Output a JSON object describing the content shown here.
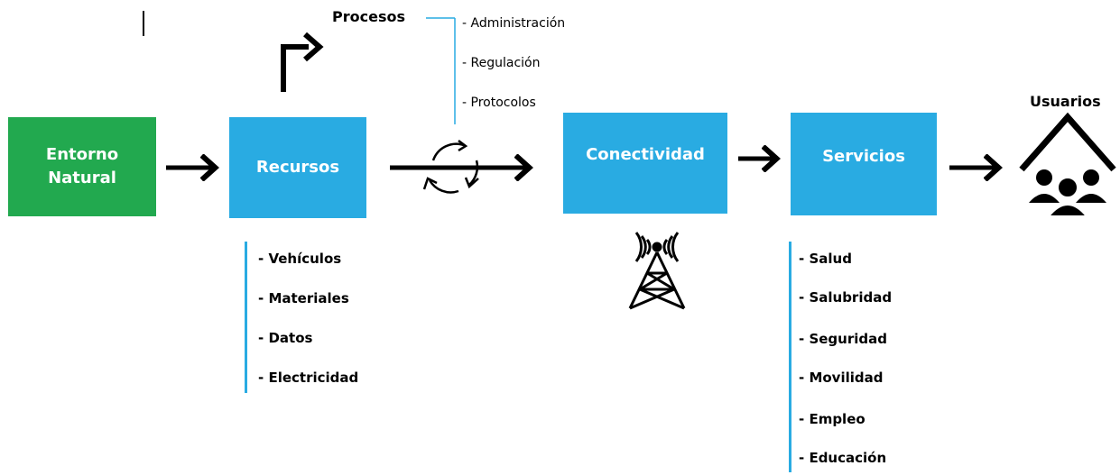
{
  "boxes": {
    "entorno": "Entorno Natural",
    "recursos": "Recursos",
    "conectividad": "Conectividad",
    "servicios": "Servicios"
  },
  "procesos": {
    "title": "Procesos",
    "items": [
      "- Administración",
      "- Regulación",
      "- Protocolos"
    ]
  },
  "recursos_list": [
    "- Vehículos",
    "- Materiales",
    "- Datos",
    "- Electricidad"
  ],
  "servicios_list": [
    "- Salud",
    "- Salubridad",
    "- Seguridad",
    "- Movilidad",
    "- Empleo",
    "- Educación"
  ],
  "usuarios": "Usuarios",
  "colors": {
    "green": "#22a94f",
    "blue": "#29abe2"
  },
  "icons": [
    "cycle-icon",
    "antenna-tower-icon",
    "users-house-icon",
    "turn-arrow-icon"
  ]
}
